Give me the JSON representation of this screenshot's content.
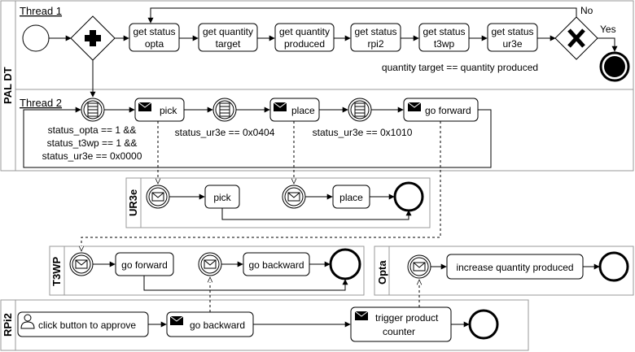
{
  "pools": {
    "pal_dt": "PAL DT",
    "ur3e": "UR3e",
    "t3wp": "T3WP",
    "opta": "Opta",
    "rpi2": "RPi2"
  },
  "threads": {
    "thread1": "Thread 1",
    "thread2": "Thread 2"
  },
  "thread1_tasks": [
    [
      "get status",
      "opta"
    ],
    [
      "get quantity",
      "target"
    ],
    [
      "get quantity",
      "produced"
    ],
    [
      "get status",
      "rpi2"
    ],
    [
      "get status",
      "t3wp"
    ],
    [
      "get status",
      "ur3e"
    ]
  ],
  "gateway_labels": {
    "no": "No",
    "yes": "Yes",
    "condition": "quantity target == quantity produced"
  },
  "thread2_tasks": {
    "pick": "pick",
    "place": "place",
    "go_forward": "go forward"
  },
  "thread2_conditions": {
    "first": [
      "status_opta == 1 &&",
      "status_t3wp == 1 &&",
      "status_ur3e == 0x0000"
    ],
    "second": "status_ur3e == 0x0404",
    "third": "status_ur3e == 0x1010"
  },
  "ur3e_tasks": {
    "pick": "pick",
    "place": "place"
  },
  "t3wp_tasks": {
    "go_forward": "go forward",
    "go_backward": "go backward"
  },
  "opta_tasks": {
    "increase": "increase quantity produced"
  },
  "rpi2_tasks": {
    "approve": "click button to approve",
    "go_backward": "go backward",
    "trigger": [
      "trigger product",
      "counter"
    ]
  },
  "colors": {
    "stroke": "#000000",
    "pool_border": "#999999",
    "background": "#ffffff"
  }
}
